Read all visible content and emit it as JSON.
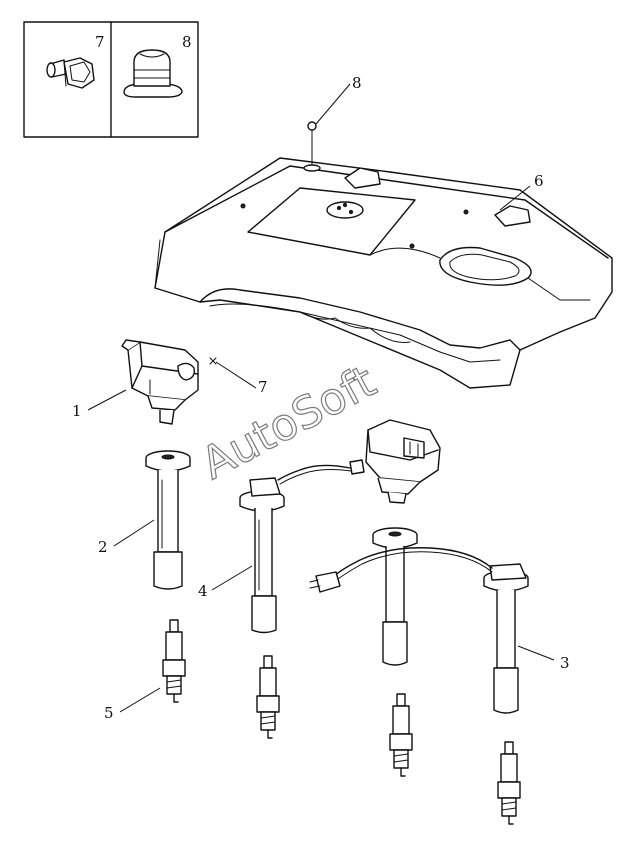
{
  "callouts": {
    "c1": "1",
    "c2": "2",
    "c3": "3",
    "c4": "4",
    "c5": "5",
    "c6": "6",
    "c7": "7",
    "c8": "8",
    "inset_7": "7",
    "inset_8": "8"
  },
  "watermark": "AutoSoft",
  "colors": {
    "ink": "#111111",
    "watermark": "#7a7a7a",
    "background": "#ffffff"
  }
}
